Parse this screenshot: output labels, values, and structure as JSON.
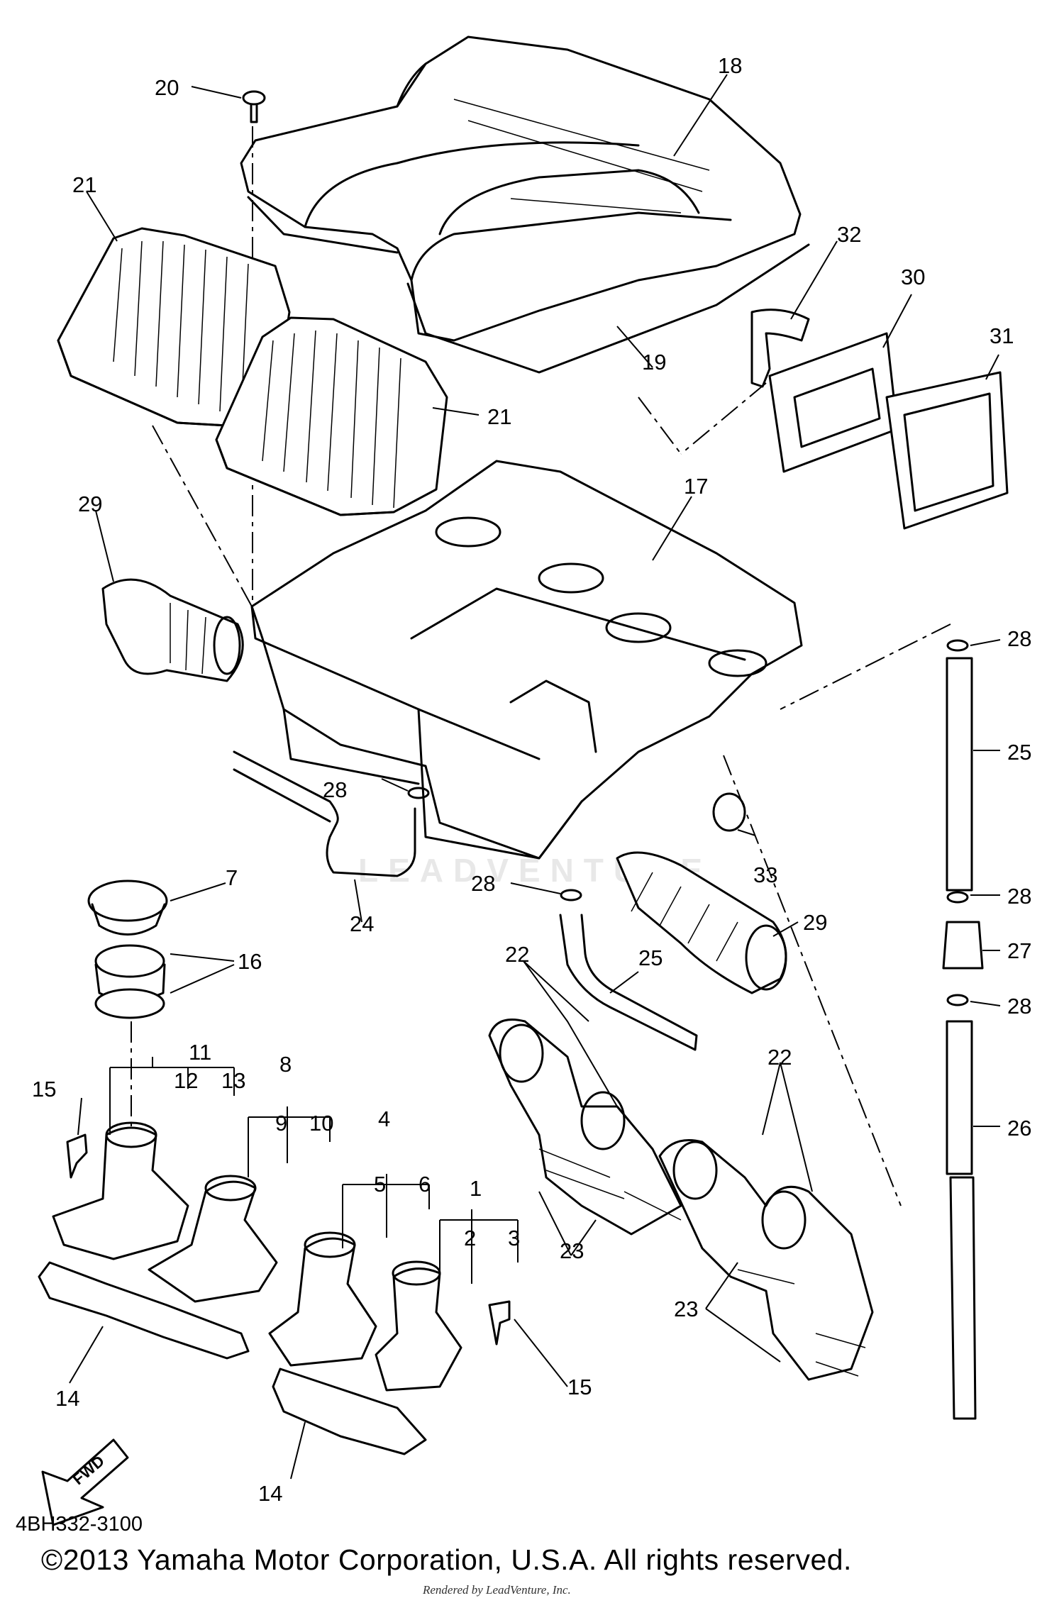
{
  "diagram": {
    "part_labels": [
      "1",
      "2",
      "3",
      "4",
      "5",
      "6",
      "7",
      "8",
      "9",
      "10",
      "11",
      "12",
      "13",
      "14",
      "15",
      "16",
      "17",
      "18",
      "19",
      "20",
      "21",
      "22",
      "23",
      "24",
      "25",
      "26",
      "27",
      "28",
      "29",
      "30",
      "31",
      "32",
      "33"
    ],
    "fwd_label": "FWD",
    "reference_code": "4BH332-3100",
    "copyright": "©2013 Yamaha Motor Corporation, U.S.A. All rights reserved.",
    "rendered_by": "Rendered by LeadVenture, Inc.",
    "watermark": "LEADVENTURE"
  }
}
